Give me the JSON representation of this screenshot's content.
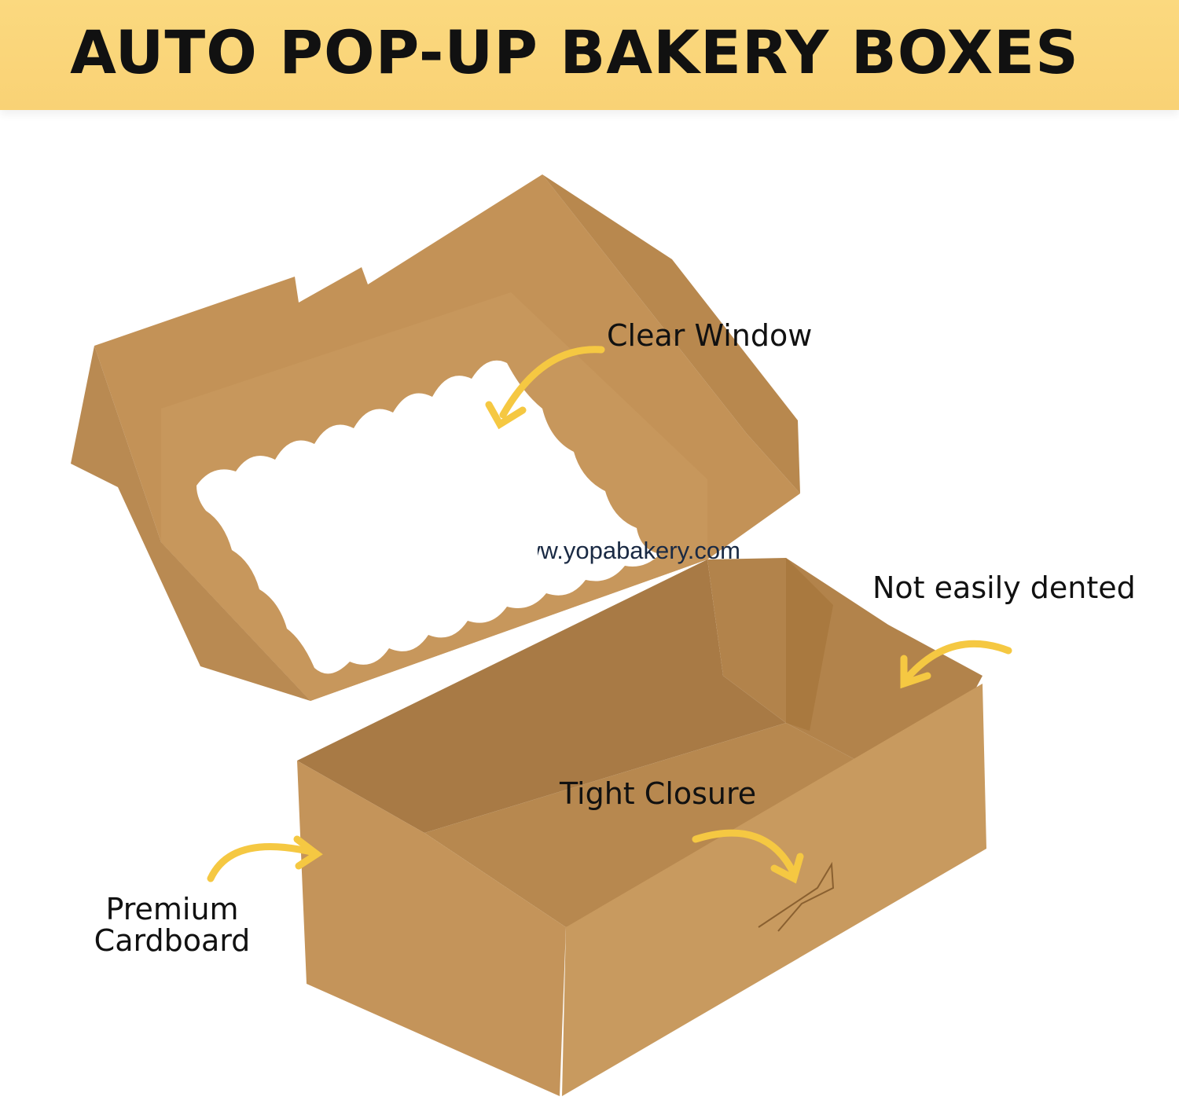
{
  "header": {
    "title": "AUTO POP-UP BAKERY BOXES",
    "background_color": "#f9d275"
  },
  "callouts": {
    "clear_window": "Clear Window",
    "not_easily_dented": "Not easily dented",
    "tight_closure": "Tight Closure",
    "premium_cardboard_line1": "Premium",
    "premium_cardboard_line2": "Cardboard"
  },
  "watermark": "www.yopabakery.com",
  "colors": {
    "kraft": "#bf8f55",
    "kraft_dark": "#a87840",
    "arrow": "#f5c842"
  }
}
